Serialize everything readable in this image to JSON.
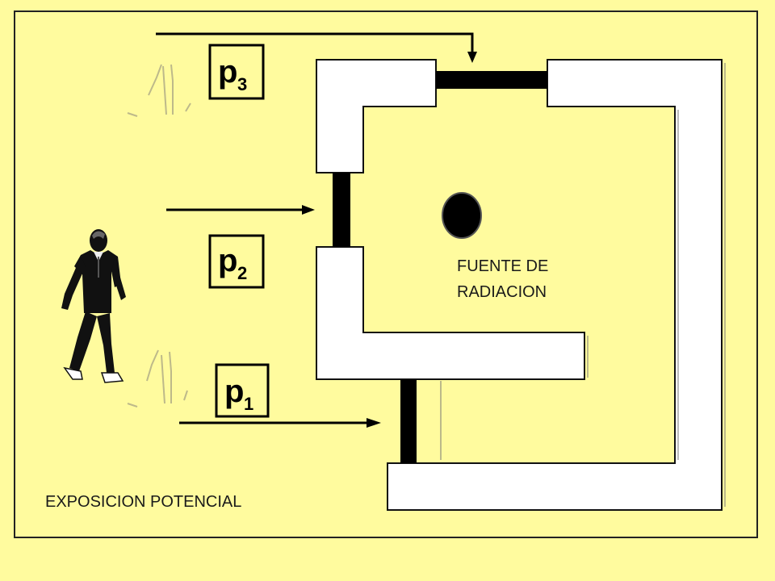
{
  "diagram": {
    "source_label_line1": "FUENTE DE",
    "source_label_line2": "RADIACION",
    "footer_label": "EXPOSICION POTENCIAL",
    "paths": [
      {
        "base": "p",
        "sub": "3"
      },
      {
        "base": "p",
        "sub": "2"
      },
      {
        "base": "p",
        "sub": "1"
      }
    ]
  },
  "colors": {
    "background": "#FFFB9E",
    "wall": "#FFFFFF",
    "line": "#000000"
  },
  "icons": {
    "person": "walking-man-icon",
    "source": "radiation-source-dot"
  }
}
